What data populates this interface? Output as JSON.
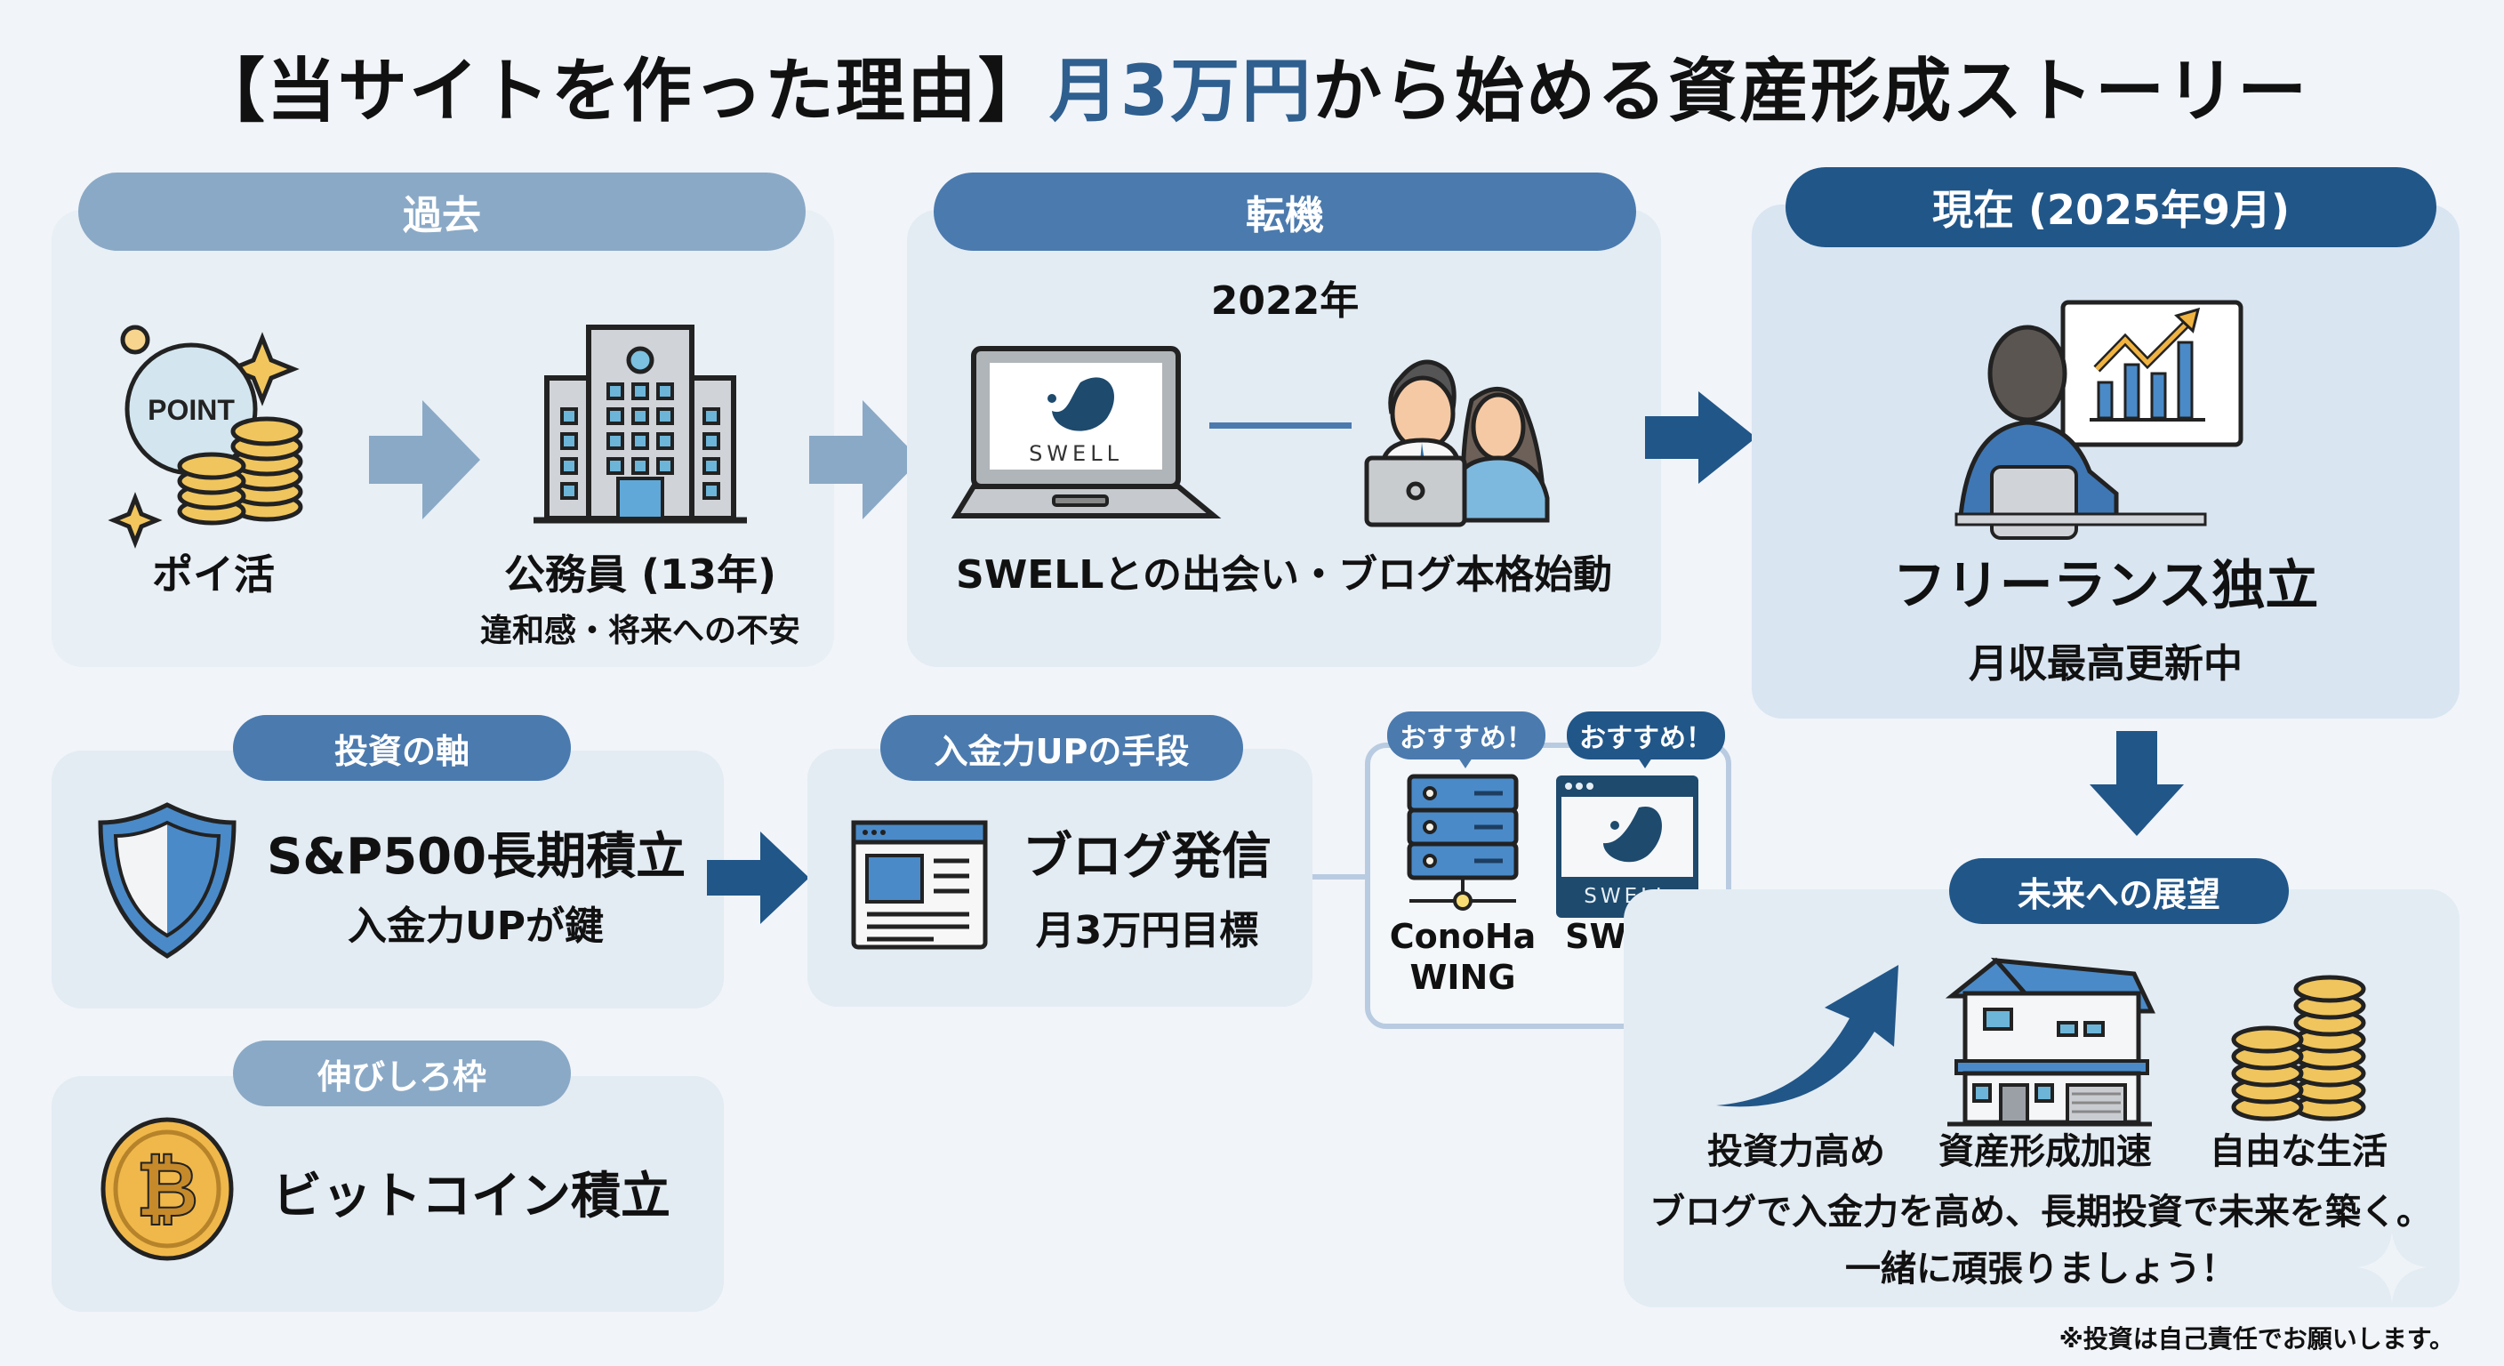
{
  "title": {
    "prefix": "【当サイトを作った理由】",
    "accent": "月3万円",
    "suffix": "から始める資産形成ストーリー",
    "accent_color": "#2f5f8f"
  },
  "colors": {
    "pill_light": "#8aa9c6",
    "pill_mid": "#4a7aae",
    "pill_dark": "#215689",
    "panel_bg": "#e3ebf3",
    "page_bg": "#f1f5f9"
  },
  "past": {
    "header": "過去",
    "item1": {
      "icon": "point-coins-icon",
      "label": "ポイ活",
      "badge": "POINT"
    },
    "item2": {
      "icon": "office-building-icon",
      "label": "公務員 (13年)",
      "sub": "違和感・将来への不安"
    }
  },
  "turning_point": {
    "header": "転機",
    "year": "2022年",
    "laptop_logo": "SWELL",
    "label": "SWELLとの出会い・ブログ本格始動"
  },
  "present": {
    "header": "現在 (2025年9月)",
    "label": "フリーランス独立",
    "sub": "月収最高更新中"
  },
  "investment_axis": {
    "header": "投資の軸",
    "label": "S&P500長期積立",
    "sub": "入金力UPが鍵"
  },
  "growth_slot": {
    "header": "伸びしろ枠",
    "label": "ビットコイン積立"
  },
  "deposit_means": {
    "header": "入金力UPの手段",
    "label": "ブログ発信",
    "sub": "月3万円目標"
  },
  "recommend": {
    "items": [
      {
        "badge": "おすすめ！",
        "name_line1": "ConoHa",
        "name_line2": "WING",
        "icon": "server-icon"
      },
      {
        "badge": "おすすめ！",
        "name_line1": "SWELL",
        "name_line2": "",
        "icon": "swell-window-icon",
        "logo": "SWELL"
      }
    ]
  },
  "future": {
    "header": "未来への展望",
    "items": [
      {
        "label": "投資力高め",
        "icon": "rising-arrow-icon"
      },
      {
        "label": "資産形成加速",
        "icon": "house-icon"
      },
      {
        "label": "自由な生活",
        "icon": "coin-stack-icon"
      }
    ],
    "message_line1": "ブログで入金力を高め、長期投資で未来を築く。",
    "message_line2": "一緒に頑張りましょう！"
  },
  "disclaimer": "※投資は自己責任でお願いします。"
}
